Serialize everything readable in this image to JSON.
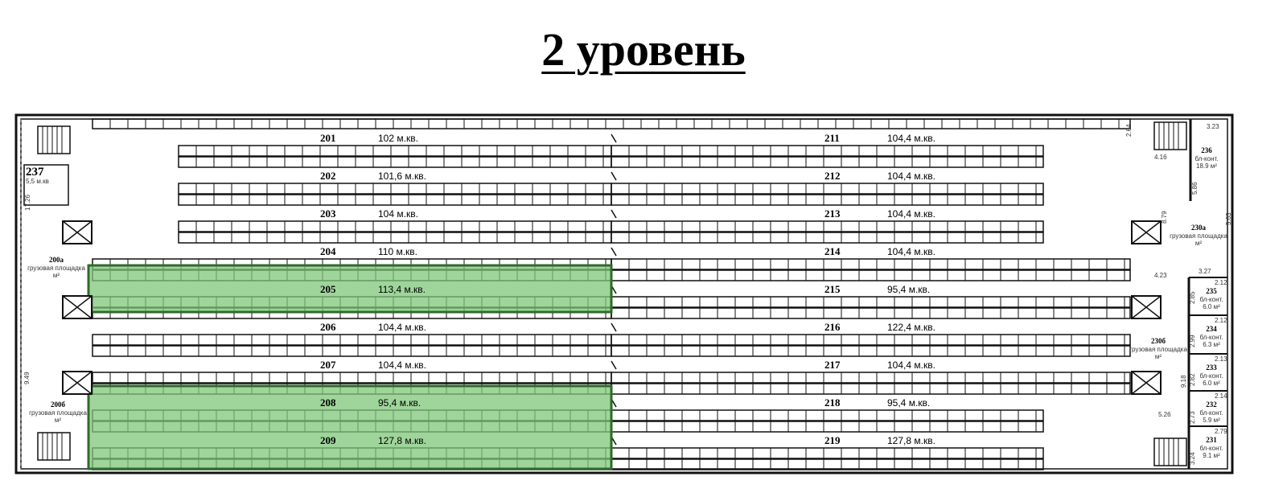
{
  "title": "2 уровень",
  "colors": {
    "highlight": "#7fc77a",
    "line": "#111111"
  },
  "unit_suffix": "м.кв.",
  "left_units": [
    {
      "id": "201",
      "area": "102",
      "highlighted": false
    },
    {
      "id": "202",
      "area": "101,6",
      "highlighted": false
    },
    {
      "id": "203",
      "area": "104",
      "highlighted": false
    },
    {
      "id": "204",
      "area": "110",
      "highlighted": false
    },
    {
      "id": "205",
      "area": "113,4",
      "highlighted": true
    },
    {
      "id": "206",
      "area": "104,4",
      "highlighted": false
    },
    {
      "id": "207",
      "area": "104,4",
      "highlighted": false
    },
    {
      "id": "208",
      "area": "95,4",
      "highlighted": true
    },
    {
      "id": "209",
      "area": "127,8",
      "highlighted": true
    }
  ],
  "right_units": [
    {
      "id": "211",
      "area": "104,4"
    },
    {
      "id": "212",
      "area": "104,4"
    },
    {
      "id": "213",
      "area": "104,4"
    },
    {
      "id": "214",
      "area": "104,4"
    },
    {
      "id": "215",
      "area": "95,4"
    },
    {
      "id": "216",
      "area": "122,4"
    },
    {
      "id": "217",
      "area": "104,4"
    },
    {
      "id": "218",
      "area": "95,4"
    },
    {
      "id": "219",
      "area": "127,8"
    }
  ],
  "rooms": [
    {
      "id": "237",
      "lines": [
        "5,5 м.кв"
      ]
    },
    {
      "id": "200а",
      "lines": [
        "грузовая площадка",
        "м²"
      ]
    },
    {
      "id": "200б",
      "lines": [
        "грузовая площадка",
        "м²"
      ]
    },
    {
      "id": "236",
      "lines": [
        "бл-конт.",
        "18.9 м²"
      ]
    },
    {
      "id": "230а",
      "lines": [
        "грузовая площадка",
        "м²"
      ]
    },
    {
      "id": "230б",
      "lines": [
        "грузовая площадка",
        "м²"
      ]
    },
    {
      "id": "235",
      "lines": [
        "бл-конт.",
        "6.0 м²"
      ]
    },
    {
      "id": "234",
      "lines": [
        "бл-конт.",
        "6.3 м²"
      ]
    },
    {
      "id": "233",
      "lines": [
        "бл-конт.",
        "6.0 м²"
      ]
    },
    {
      "id": "232",
      "lines": [
        "бл-конт.",
        "5.9 м²"
      ]
    },
    {
      "id": "231",
      "lines": [
        "бл-конт.",
        "9.1 м²"
      ]
    }
  ],
  "dimensions": [
    "17.26",
    "9.49",
    "2.64",
    "4.16",
    "3.23",
    "5.86",
    "8.79",
    "5.63",
    "4.23",
    "3.27",
    "2.85",
    "2.12",
    "2.99",
    "2.12",
    "2.82",
    "2.13",
    "9.18",
    "2.73",
    "2.14",
    "5.26",
    "3.24",
    "2.79"
  ]
}
